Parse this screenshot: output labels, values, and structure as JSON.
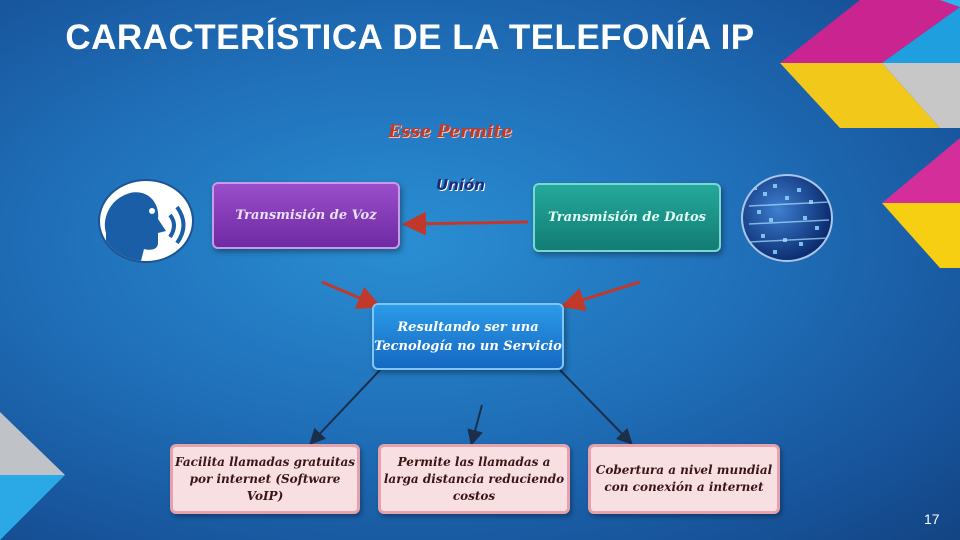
{
  "slide": {
    "title": "CARACTERÍSTICA DE LA TELEFONÍA IP",
    "page_number": "17"
  },
  "diagram": {
    "heading": "Esse Permite",
    "union_label": "Unión",
    "voice_box": "Transmisión de Voz",
    "data_box": "Transmisión de Datos",
    "result_box": "Resultando ser una Tecnología no un Servicio",
    "benefits": [
      "Facilita llamadas gratuitas por internet (Software VoIP)",
      "Permite las llamadas a larga distancia reduciendo costos",
      "Cobertura a nivel mundial con conexión a internet"
    ]
  },
  "icons": {
    "voice": "speaking-head-icon",
    "data": "digital-data-icon"
  },
  "colors": {
    "background": "#1f6fb8",
    "voice_box": "#8a3fbd",
    "data_box": "#1d9488",
    "result_box": "#1f80d6",
    "benefit_box": "#f7dfe2",
    "accent_magenta": "#d42e9a",
    "accent_yellow": "#f6cf13",
    "accent_cyan": "#2aa9e6"
  }
}
